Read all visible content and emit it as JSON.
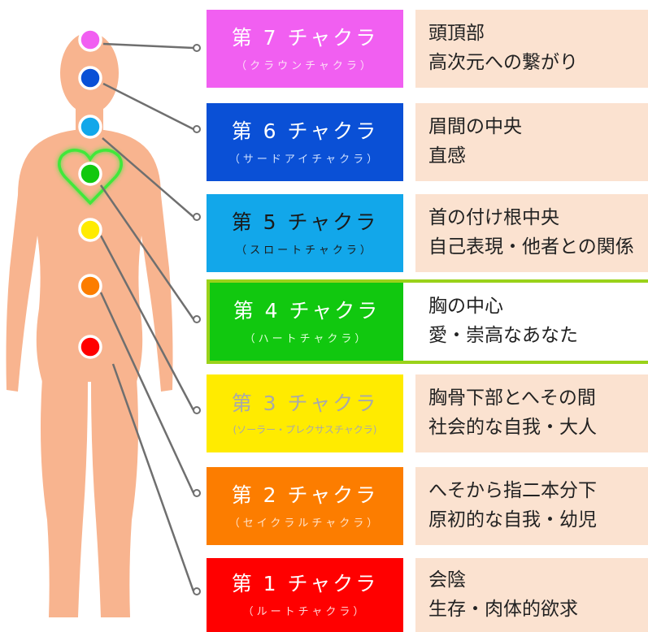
{
  "colors": {
    "body": "#f8b48f",
    "line": "#6f6f6f",
    "c7": "#f15ff1",
    "c6": "#0a50d6",
    "c5": "#12a7ea",
    "c4": "#11c80f",
    "c3": "#ffeb00",
    "c2": "#fc7d00",
    "c1": "#ff0000",
    "desc_bg": "#fbe2d0",
    "highlight": "#9ad21a"
  },
  "chakras": [
    {
      "title": "第 7 チャクラ",
      "subtitle": "（クラウンチャクラ）",
      "desc": [
        "頭頂部",
        "高次元への繋がり"
      ]
    },
    {
      "title": "第 6 チャクラ",
      "subtitle": "（サードアイチャクラ）",
      "desc": [
        "眉間の中央",
        "直感"
      ]
    },
    {
      "title": "第 5 チャクラ",
      "subtitle": "（スロートチャクラ）",
      "desc": [
        "首の付け根中央",
        "自己表現・他者との関係"
      ]
    },
    {
      "title": "第 4 チャクラ",
      "subtitle": "（ハートチャクラ）",
      "desc": [
        "胸の中心",
        "愛・崇高なあなた"
      ]
    },
    {
      "title": "第 3 チャクラ",
      "subtitle": "(ソーラー・プレクサスチャクラ)",
      "desc": [
        "胸骨下部とへその間",
        "社会的な自我・大人"
      ]
    },
    {
      "title": "第 2 チャクラ",
      "subtitle": "（セイクラルチャクラ）",
      "desc": [
        "へそから指二本分下",
        "原初的な自我・幼児"
      ]
    },
    {
      "title": "第 1 チャクラ",
      "subtitle": "（ルートチャクラ）",
      "desc": [
        "会陰",
        "生存・肉体的欲求"
      ]
    }
  ]
}
